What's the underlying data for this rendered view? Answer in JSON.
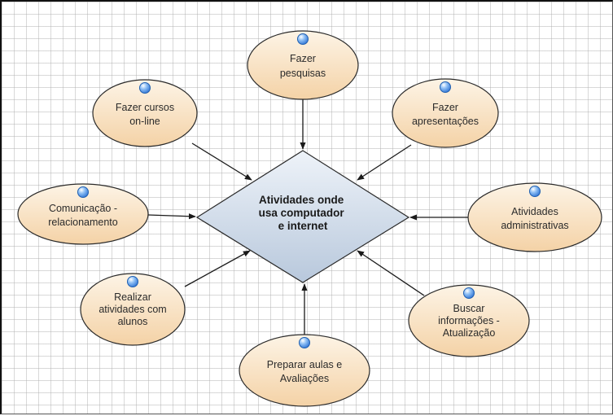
{
  "center": {
    "lines": [
      "Atividades onde",
      "usa computador",
      "e internet"
    ]
  },
  "nodes": [
    {
      "id": "fazer-pesquisas",
      "lines": [
        "Fazer",
        "pesquisas"
      ]
    },
    {
      "id": "fazer-cursos-online",
      "lines": [
        "Fazer cursos",
        "on-line"
      ]
    },
    {
      "id": "fazer-apresentacoes",
      "lines": [
        "Fazer",
        "apresentações"
      ]
    },
    {
      "id": "comunicacao-relacionamento",
      "lines": [
        "Comunicação -",
        "relacionamento"
      ]
    },
    {
      "id": "atividades-administrativas",
      "lines": [
        "Atividades",
        "administrativas"
      ]
    },
    {
      "id": "realizar-atividades-alunos",
      "lines": [
        "Realizar",
        "atividades com",
        "alunos"
      ]
    },
    {
      "id": "buscar-informacoes-atualizacao",
      "lines": [
        "Buscar",
        "informações -",
        "Atualização"
      ]
    },
    {
      "id": "preparar-aulas-avaliacoes",
      "lines": [
        "Preparar aulas e",
        "Avaliações"
      ]
    }
  ],
  "colors": {
    "ellipse_fill_top": "#fdf4e6",
    "ellipse_fill_bottom": "#f4d2a6",
    "ellipse_stroke": "#2a2a2a",
    "diamond_fill_top": "#eef3f9",
    "diamond_fill_bottom": "#b8c8dc",
    "diamond_stroke": "#2a2a2a",
    "arrow": "#1a1a1a",
    "marker": "#3b7dd8"
  }
}
